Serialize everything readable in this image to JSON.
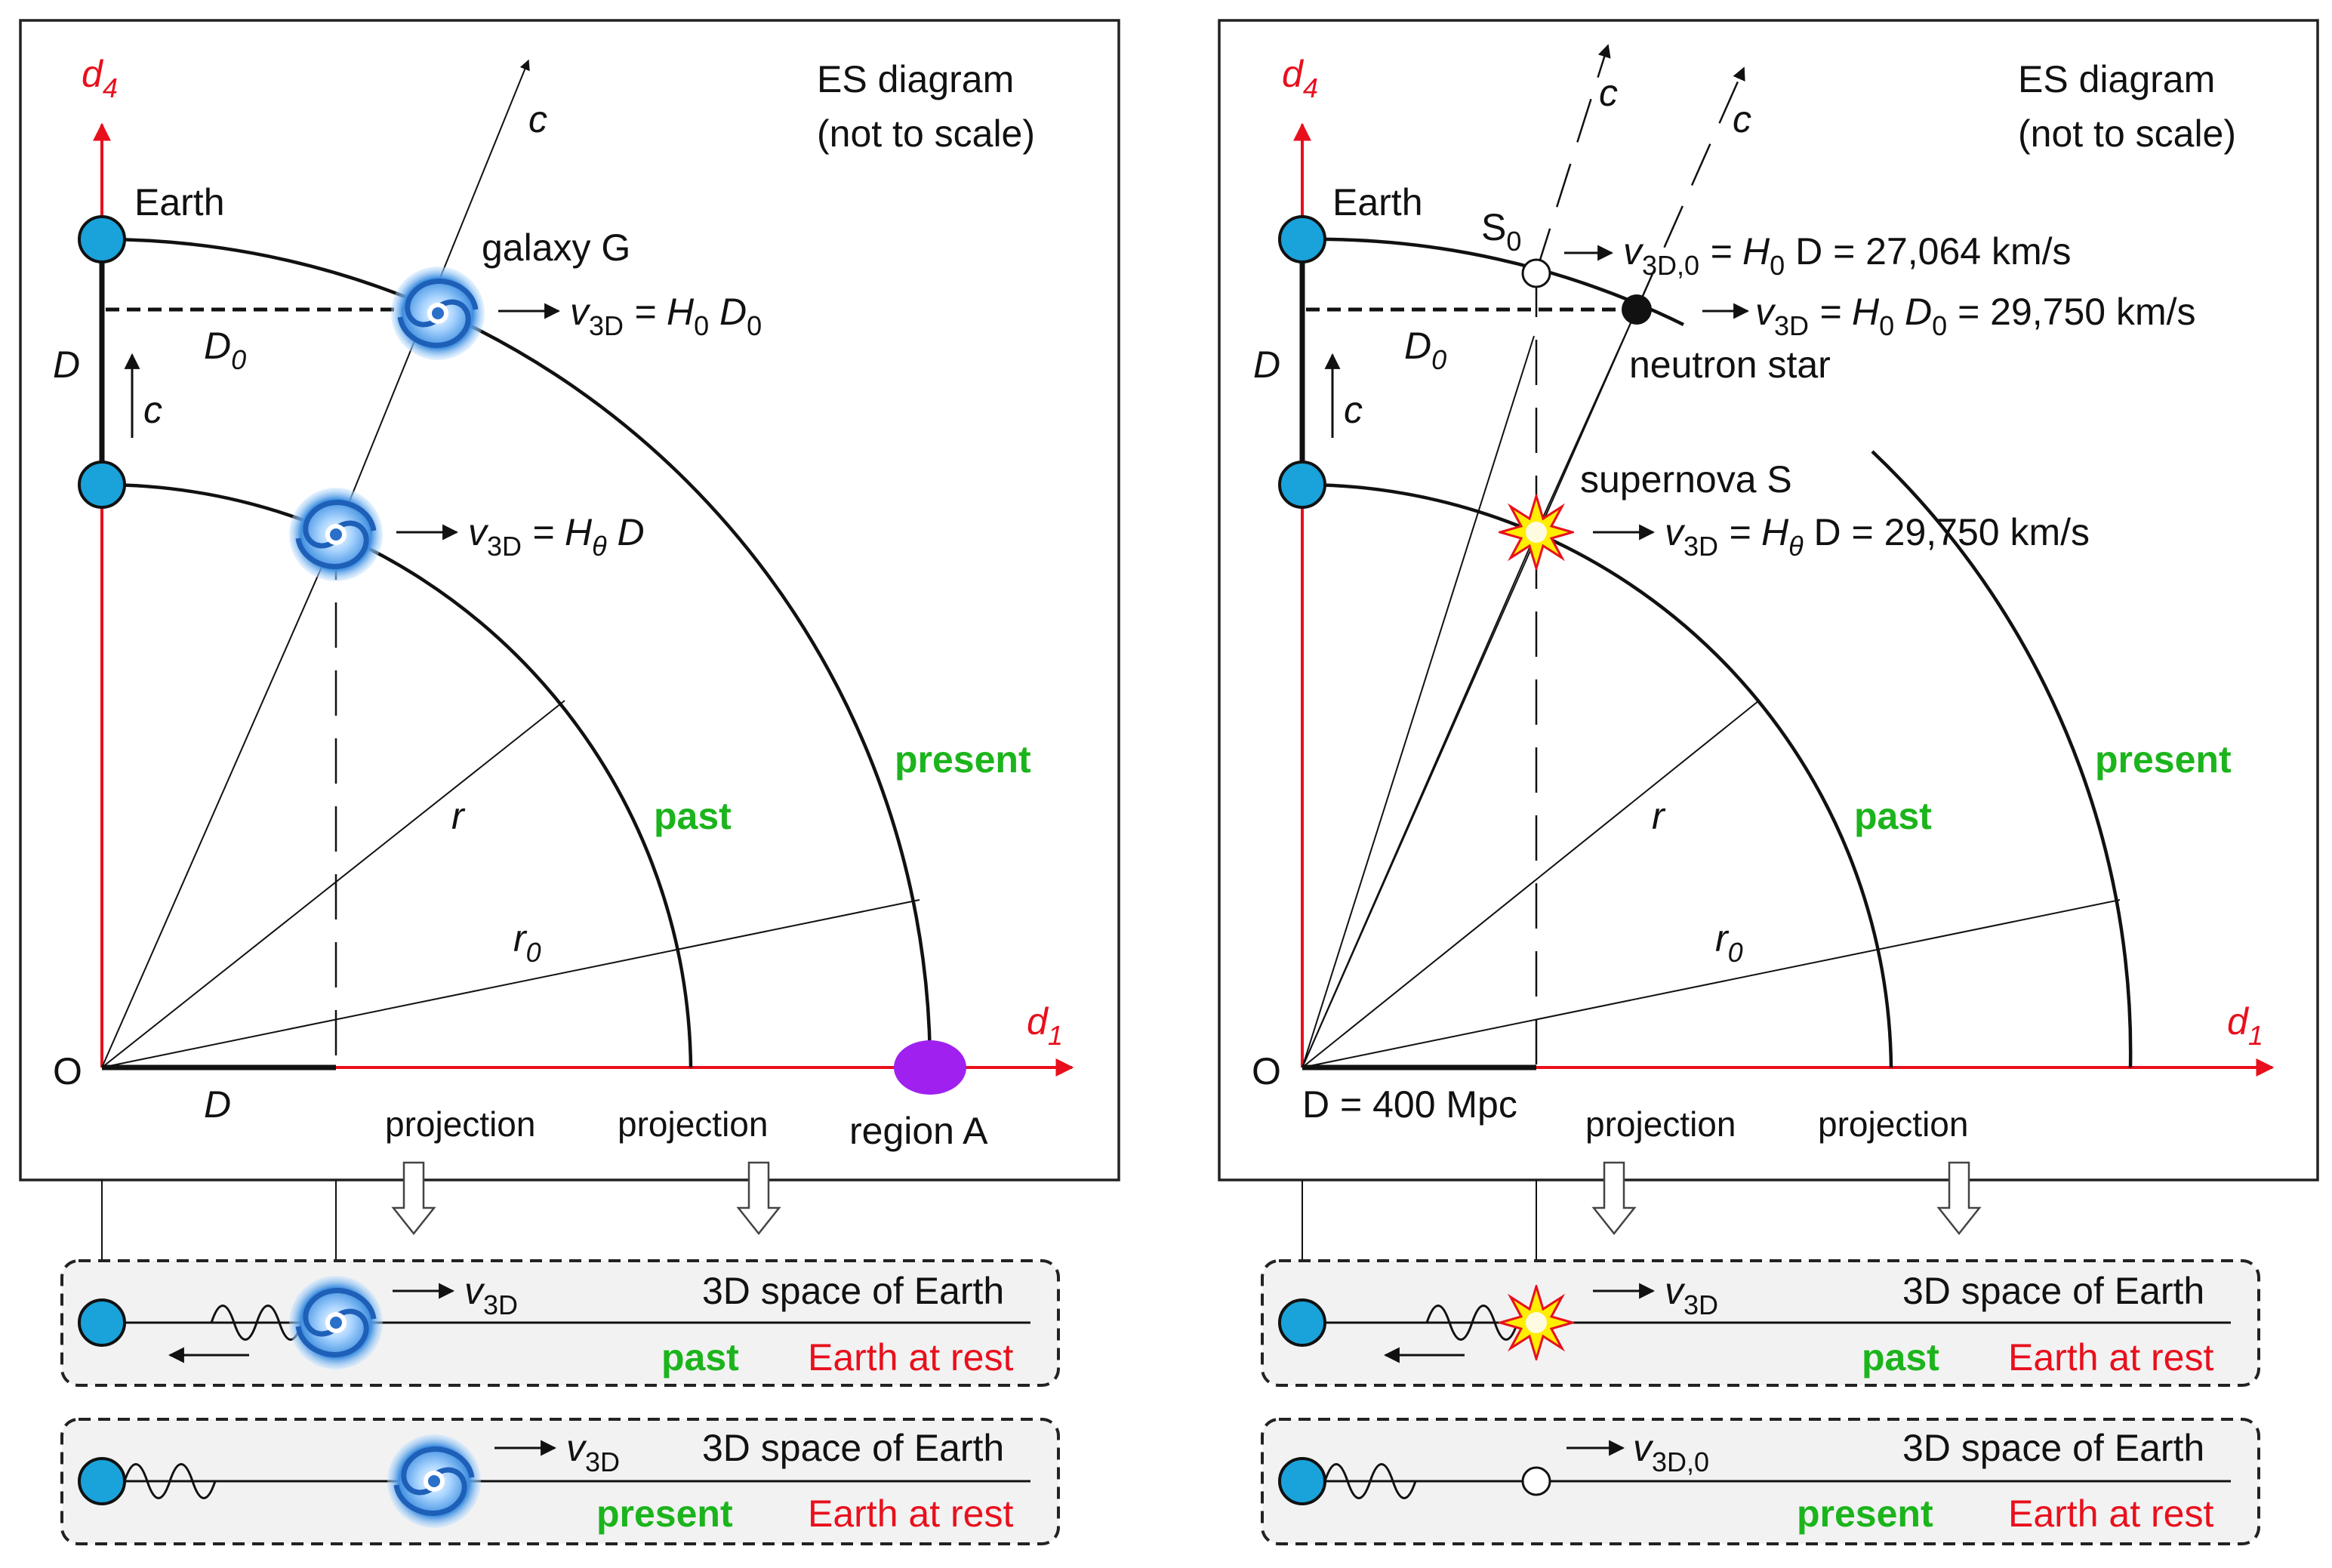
{
  "left_panel": {
    "title_line1": "ES diagram",
    "title_line2": "(not to scale)",
    "d4_axis": "d",
    "d4_sub": "4",
    "d1_axis": "d",
    "d1_sub": "1",
    "origin": "O",
    "earth": "Earth",
    "galaxy": "galaxy G",
    "c_label": "c",
    "d_label": "D",
    "d0_label": "D",
    "d0_sub": "0",
    "v3d_present": {
      "v": "v",
      "sub": "3D",
      "rest": " = H",
      "rest_sub": "0",
      "tail": " D",
      "tail_sub": "0"
    },
    "v3d_past": {
      "v": "v",
      "sub": "3D",
      "rest": " = H",
      "rest_sub": "θ",
      "tail": " D"
    },
    "r_label": "r",
    "r0_label": "r",
    "r0_sub": "0",
    "past": "past",
    "present": "present",
    "projection1": "projection",
    "projection2": "projection",
    "region": "region A",
    "bottom_d": "D"
  },
  "right_panel": {
    "title_line1": "ES diagram",
    "title_line2": "(not to scale)",
    "d4_axis": "d",
    "d4_sub": "4",
    "d1_axis": "d",
    "d1_sub": "1",
    "origin": "O",
    "earth": "Earth",
    "s0": "S",
    "s0_sub": "0",
    "c_label": "c",
    "d_label": "D",
    "d0_label": "D",
    "d0_sub": "0",
    "v_s0": {
      "v": "v",
      "sub": "3D,0",
      "rest": " = H",
      "rest_sub": "0",
      "tail": " D = 27,064 km/s"
    },
    "v_ns": {
      "v": "v",
      "sub": "3D",
      "rest": " = H",
      "rest_sub": "0",
      "tail": " D",
      "tail_sub": "0",
      "tail2": " = 29,750 km/s"
    },
    "v_sn": {
      "v": "v",
      "sub": "3D",
      "rest": " = H",
      "rest_sub": "θ",
      "tail": " D = 29,750 km/s"
    },
    "neutron_star": "neutron star",
    "supernova": "supernova S",
    "r_label": "r",
    "r0_label": "r",
    "r0_sub": "0",
    "past": "past",
    "present": "present",
    "projection1": "projection",
    "projection2": "projection",
    "bottom_d": "D = 400 Mpc"
  },
  "strips": {
    "title": "3D space of Earth",
    "past": "past",
    "present": "present",
    "rest": "Earth at rest",
    "v3d": "v",
    "v3d_sub": "3D",
    "v3d0_sub": "3D,0"
  },
  "colors": {
    "axis_red": "#e8101c",
    "label_green": "#1cb41c",
    "earth_blue": "#1aa2da",
    "galaxy_blue": "#3f8fe0",
    "region_purple": "#a020f0",
    "supernova_yellow": "#ffee00"
  }
}
